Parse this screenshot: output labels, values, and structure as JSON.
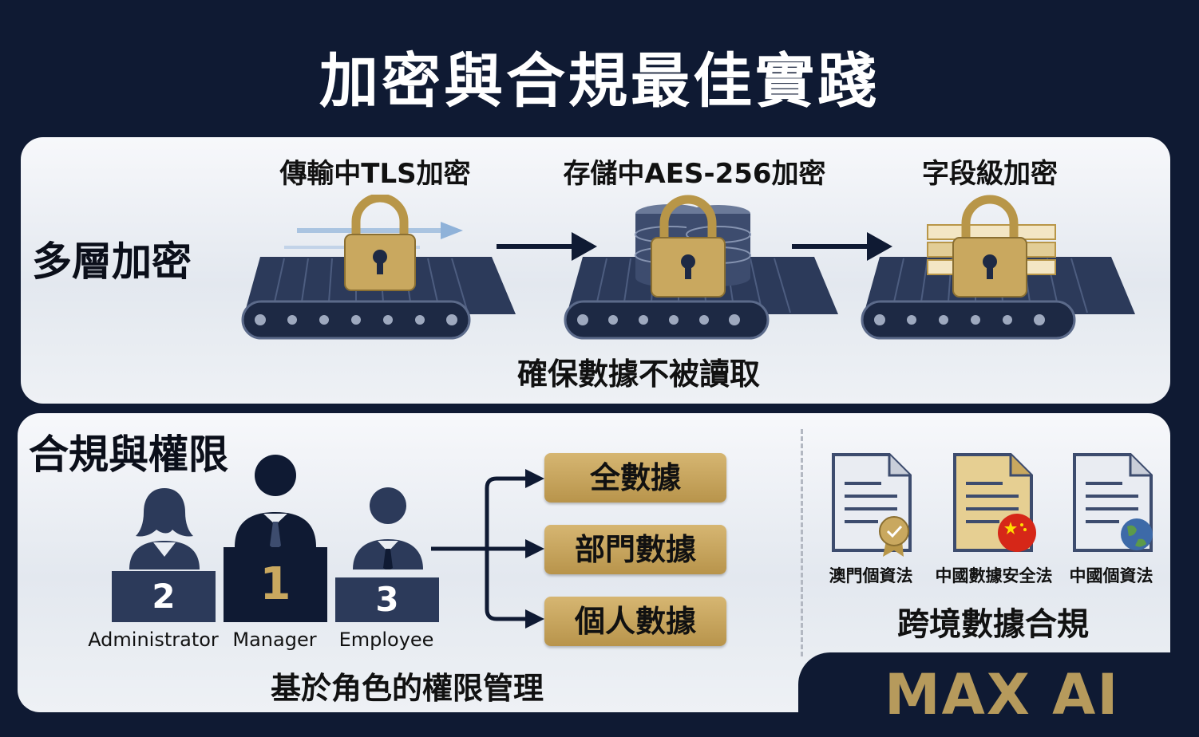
{
  "title": "加密與合規最佳實踐",
  "encryption": {
    "label": "多層加密",
    "stages": [
      {
        "title": "傳輸中TLS加密"
      },
      {
        "title": "存儲中AES-256加密"
      },
      {
        "title": "字段級加密"
      }
    ],
    "caption": "確保數據不被讀取"
  },
  "compliance": {
    "label": "合規與權限",
    "roles": [
      {
        "rank": "2",
        "name": "Administrator"
      },
      {
        "rank": "1",
        "name": "Manager"
      },
      {
        "rank": "3",
        "name": "Employee"
      }
    ],
    "access_levels": [
      "全數據",
      "部門數據",
      "個人數據"
    ],
    "caption": "基於角色的權限管理",
    "laws": [
      {
        "name": "澳門個資法"
      },
      {
        "name": "中國數據安全法"
      },
      {
        "name": "中國個資法"
      }
    ],
    "laws_caption": "跨境數據合規"
  },
  "logo": "MAX AI",
  "colors": {
    "navy": "#0f1a33",
    "gold": "#c9a85f",
    "belt": "#2c3a5a"
  }
}
